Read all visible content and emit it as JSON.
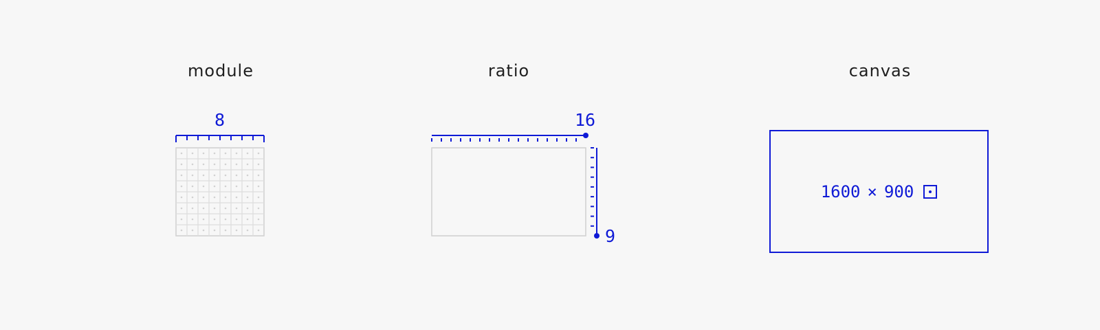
{
  "colors": {
    "accent": "#0f1ad6",
    "grid_line": "#dddddd",
    "grid_border": "#cfcfcf",
    "background": "#f7f7f7",
    "text": "#1f1f1f"
  },
  "module": {
    "heading": "module",
    "dimension": "8",
    "columns": 8,
    "rows": 8
  },
  "ratio": {
    "heading": "ratio",
    "width_label": "16",
    "height_label": "9",
    "width_units": 16,
    "height_units": 9
  },
  "canvas": {
    "heading": "canvas",
    "width": "1600",
    "separator": "×",
    "height": "900",
    "icon": "frame-icon"
  }
}
